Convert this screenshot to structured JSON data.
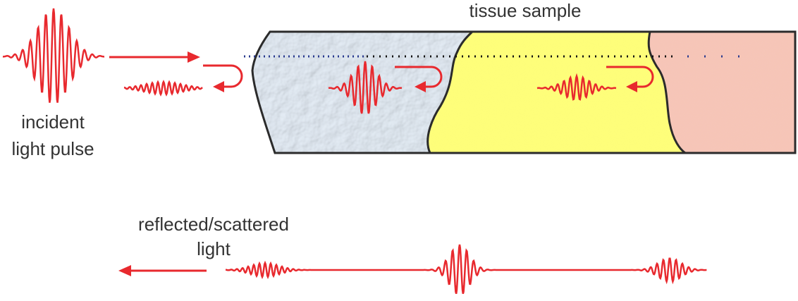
{
  "labels": {
    "sample_title": "tissue sample",
    "incident_line1": "incident",
    "incident_line2": "light pulse",
    "reflected_line1": "reflected/scattered",
    "reflected_line2": "light"
  },
  "colors": {
    "pulse": "#e8292e",
    "outline": "#2b2b2b",
    "layer1": "#dfe9f3",
    "layer2": "#ffff7a",
    "layer3": "#f7c6b7",
    "scan_line_blue": "#2a3b8f",
    "scan_line_black": "#111111"
  },
  "icons": [
    "right-arrow-icon",
    "left-arrow-icon",
    "u-turn-arrow-icon",
    "pulse-wave-icon"
  ]
}
